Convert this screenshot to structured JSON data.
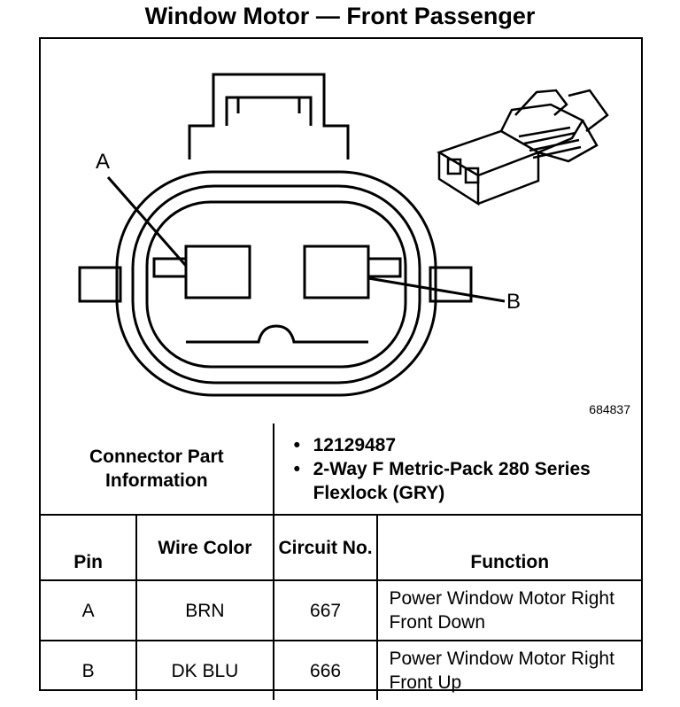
{
  "title": "Window Motor — Front Passenger",
  "figure_code": "684837",
  "callouts": {
    "a": "A",
    "b": "B"
  },
  "connector_info": {
    "label": "Connector Part Information",
    "items": [
      "12129487",
      "2-Way F Metric-Pack 280 Series Flexlock (GRY)"
    ]
  },
  "table": {
    "headers": {
      "pin": "Pin",
      "wire_color": "Wire Color",
      "circuit_no": "Circuit No.",
      "function": "Function"
    },
    "rows": [
      {
        "pin": "A",
        "wire_color": "BRN",
        "circuit_no": "667",
        "function": "Power Window Motor Right Front Down"
      },
      {
        "pin": "B",
        "wire_color": "DK BLU",
        "circuit_no": "666",
        "function": "Power Window Motor Right Front Up"
      }
    ]
  }
}
